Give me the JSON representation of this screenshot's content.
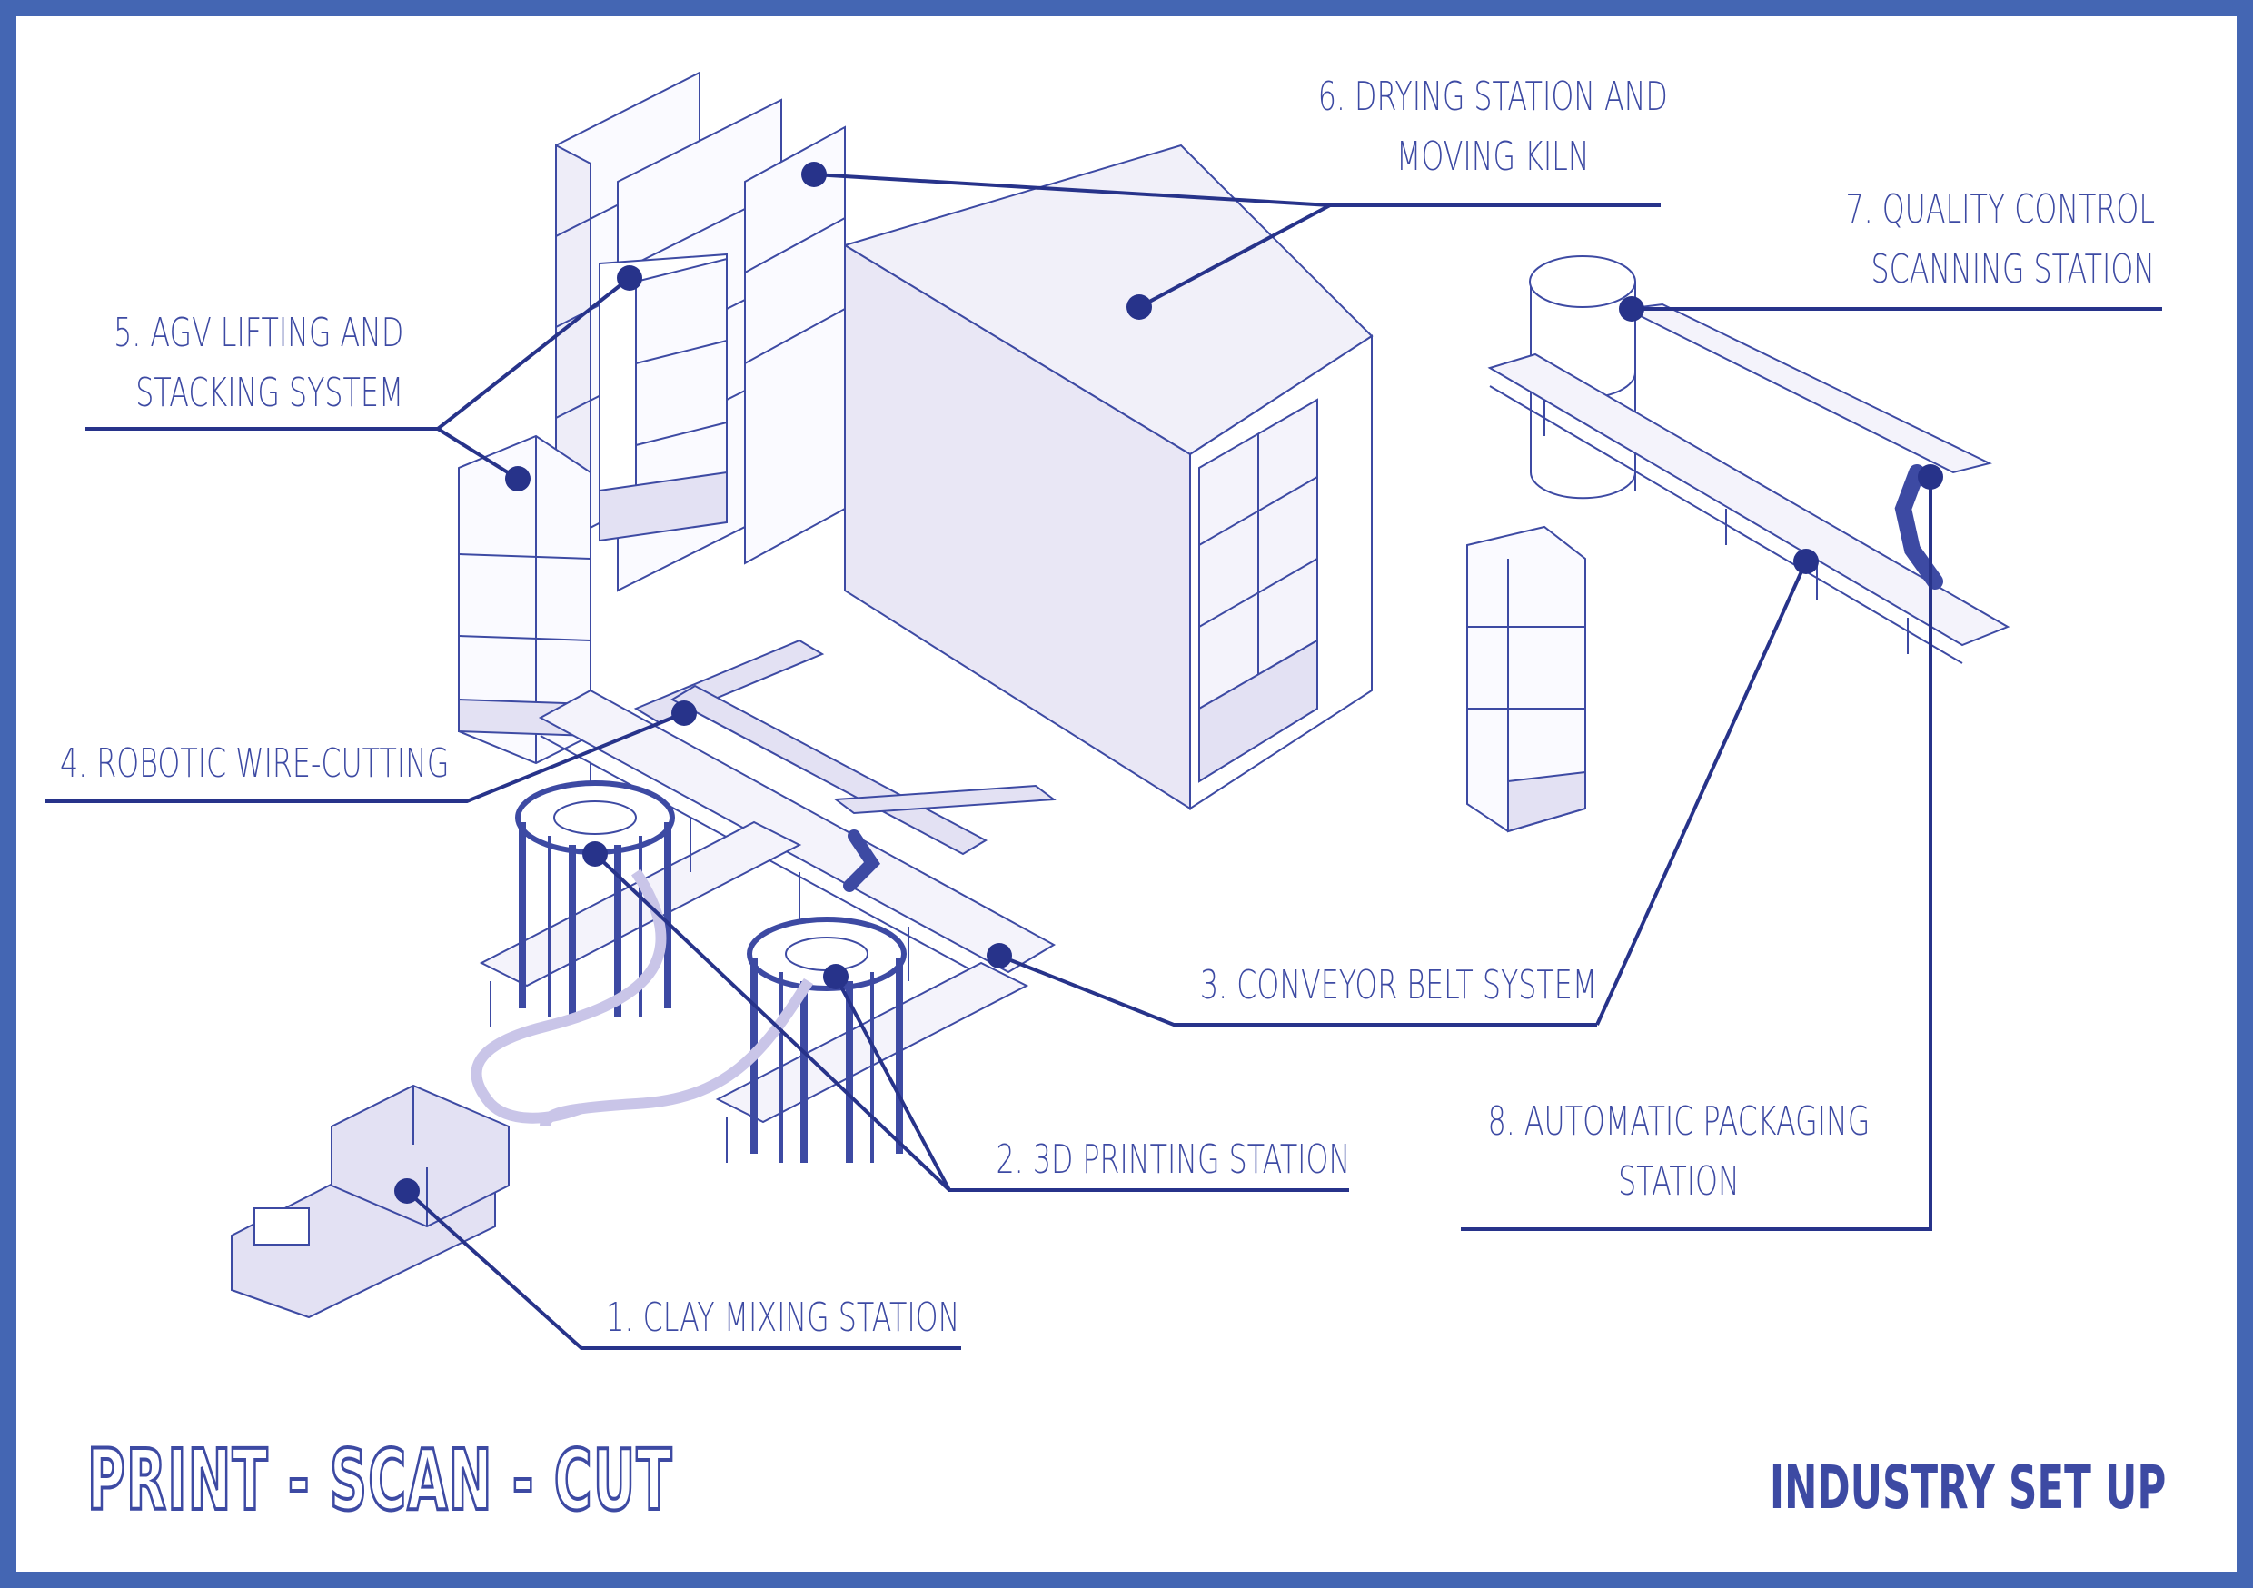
{
  "title": "PRINT - SCAN - CUT",
  "subtitle": "INDUSTRY SET UP",
  "colors": {
    "frame": "#4466b3",
    "ink": "#3d4aa3",
    "dot": "#27338a",
    "fill": "#e3e1f3"
  },
  "labels": {
    "clay_mixing": [
      "1. CLAY MIXING STATION"
    ],
    "printing": [
      "2. 3D PRINTING STATION"
    ],
    "conveyor": [
      "3. CONVEYOR BELT SYSTEM"
    ],
    "wire_cutting": [
      "4. ROBOTIC WIRE-CUTTING"
    ],
    "agv": [
      "5. AGV LIFTING AND",
      "STACKING SYSTEM"
    ],
    "drying": [
      "6. DRYING STATION AND",
      "MOVING KILN"
    ],
    "quality": [
      "7. QUALITY CONTROL",
      "SCANNING STATION"
    ],
    "packaging": [
      "8. AUTOMATIC PACKAGING",
      "STATION"
    ]
  }
}
